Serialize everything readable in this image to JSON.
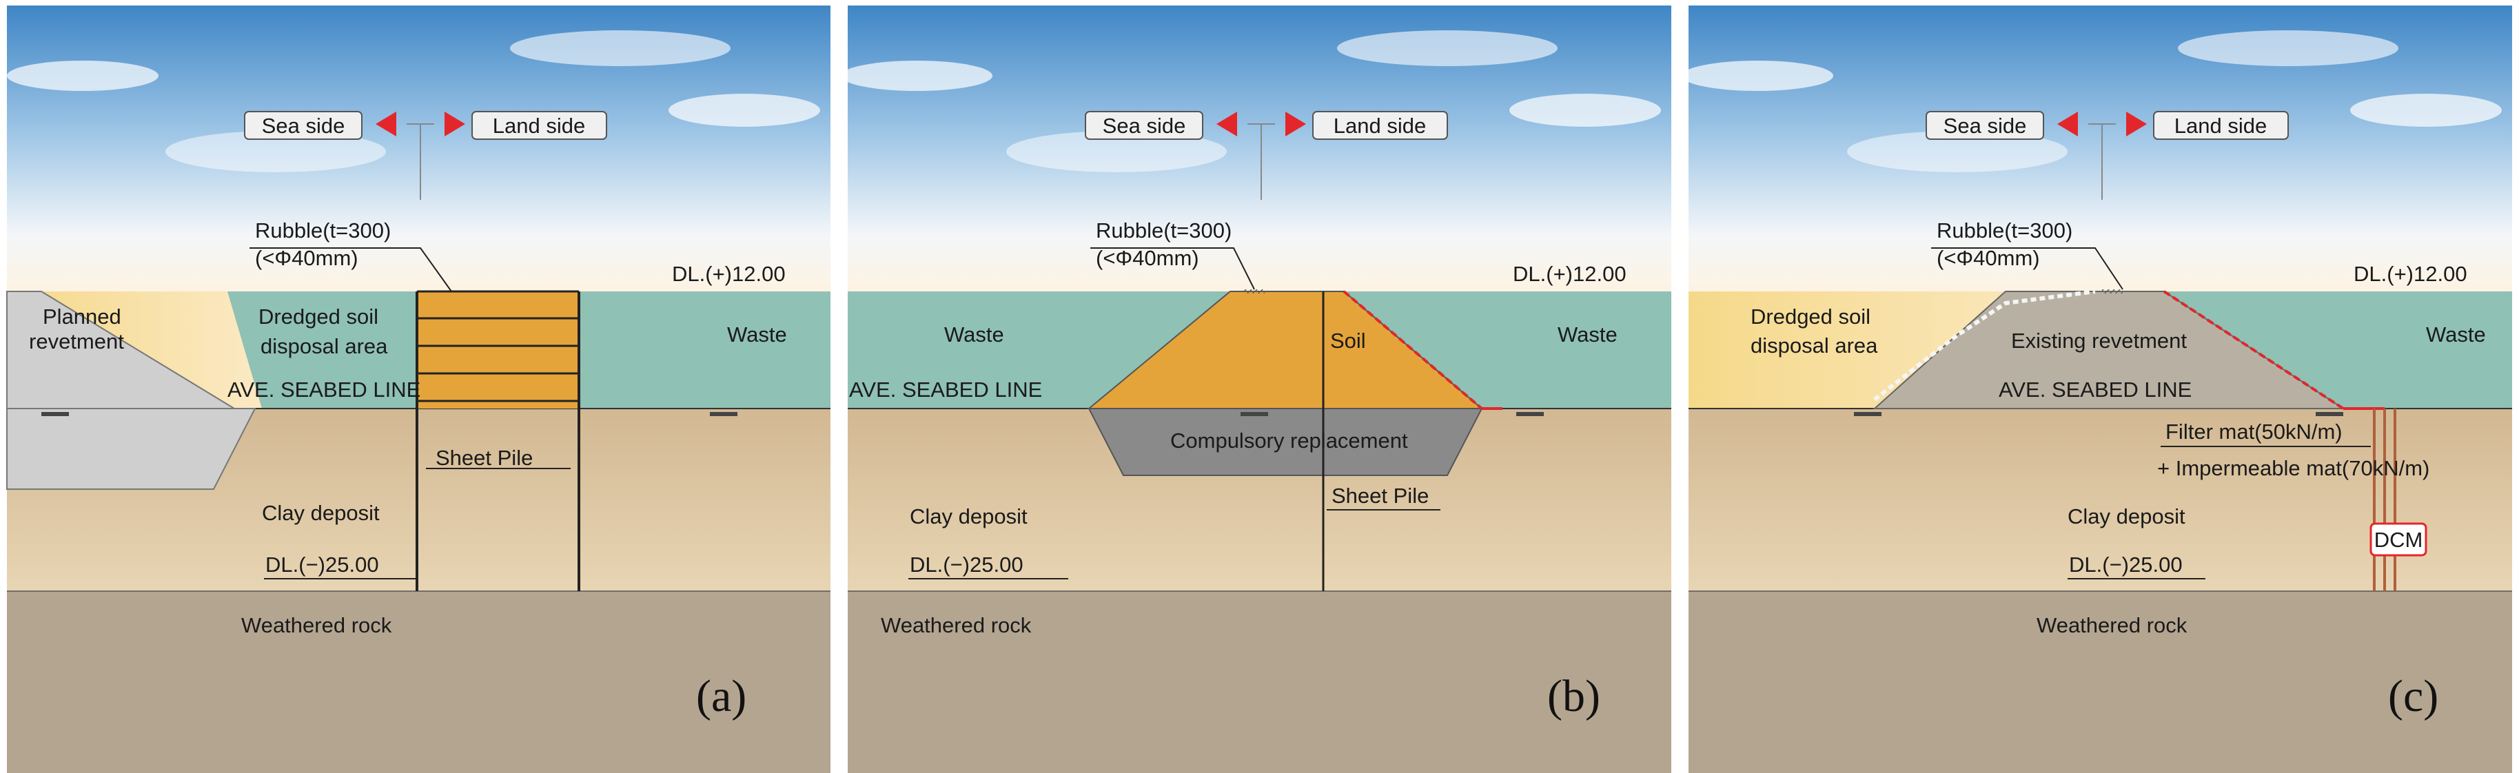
{
  "panels": [
    {
      "id": "a",
      "panel_label": "(a)",
      "direction": {
        "sea_side": "Sea side",
        "land_side": "Land side"
      },
      "rubble": {
        "line1": "Rubble(t=300)",
        "line2": "(<Φ40mm)"
      },
      "elevation_top": "DL.(+)12.00",
      "elevation_bottom": "DL.(−)25.00",
      "labels": {
        "planned_revetment": [
          "Planned",
          "revetment"
        ],
        "dredged": [
          "Dredged soil",
          "disposal area"
        ],
        "waste": "Waste",
        "seabed": "AVE. SEABED LINE",
        "sheet_pile": "Sheet Pile",
        "clay": "Clay deposit",
        "rock": "Weathered rock"
      }
    },
    {
      "id": "b",
      "panel_label": "(b)",
      "direction": {
        "sea_side": "Sea side",
        "land_side": "Land side"
      },
      "rubble": {
        "line1": "Rubble(t=300)",
        "line2": "(<Φ40mm)"
      },
      "elevation_top": "DL.(+)12.00",
      "elevation_bottom": "DL.(−)25.00",
      "labels": {
        "waste_left": "Waste",
        "soil": "Soil",
        "waste_right": "Waste",
        "seabed": "AVE. SEABED LINE",
        "replacement": "Compulsory replacement",
        "sheet_pile": "Sheet Pile",
        "clay": "Clay deposit",
        "rock": "Weathered rock"
      }
    },
    {
      "id": "c",
      "panel_label": "(c)",
      "direction": {
        "sea_side": "Sea side",
        "land_side": "Land side"
      },
      "rubble": {
        "line1": "Rubble(t=300)",
        "line2": "(<Φ40mm)"
      },
      "elevation_top": "DL.(+)12.00",
      "elevation_bottom": "DL.(−)25.00",
      "labels": {
        "dredged": [
          "Dredged soil",
          "disposal area"
        ],
        "existing_revetment": "Existing revetment",
        "waste": "Waste",
        "seabed": "AVE. SEABED LINE",
        "filter_mat": "Filter mat(50kN/m)",
        "impermeable_mat": "+ Impermeable mat(70kN/m)",
        "clay": "Clay deposit",
        "dcm": "DCM",
        "rock": "Weathered rock"
      }
    }
  ],
  "colors": {
    "sky_top": "#3f86c6",
    "sky_bottom": "#ffffff",
    "waste_water": "#8fc1b4",
    "clay": "#d8c19a",
    "rock": "#b4a591",
    "soil_fill": "#e5a43a",
    "replacement_fill": "#8a8a8a",
    "revetment_fill": "#cfcfcf",
    "arrow_red": "#e3262b",
    "liner_red": "#e3262b"
  },
  "icons": [
    "direction-arrow-icon",
    "crosshair-icon"
  ]
}
